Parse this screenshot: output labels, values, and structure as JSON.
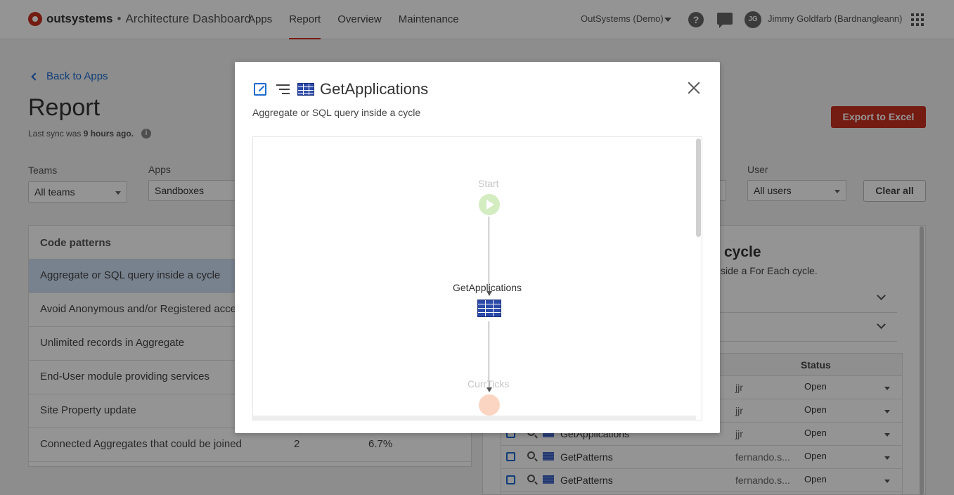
{
  "header": {
    "brand": "outsystems",
    "separator": "•",
    "product": "Architecture Dashboard",
    "nav": [
      "Apps",
      "Report",
      "Overview",
      "Maintenance"
    ],
    "active_nav": "Report",
    "tenant": "OutSystems (Demo)",
    "avatar_initials": "JG",
    "user_name": "Jimmy Goldfarb (Bardnangleann)"
  },
  "page": {
    "back_link": "Back to Apps",
    "title": "Report",
    "sync_prefix": "Last sync was ",
    "sync_value": "9 hours ago.",
    "export_button": "Export to Excel",
    "filters": {
      "teams_label": "Teams",
      "teams_value": "All teams",
      "apps_label": "Apps",
      "apps_value": "Sandboxes",
      "user_label": "User",
      "user_value": "All users",
      "clear_button": "Clear all"
    }
  },
  "patterns": {
    "header": "Code patterns",
    "rows": [
      {
        "name": "Aggregate or SQL query inside a cycle",
        "count": "",
        "pct": ""
      },
      {
        "name": "Avoid Anonymous and/or Registered access",
        "count": "",
        "pct": ""
      },
      {
        "name": "Unlimited records in Aggregate",
        "count": "",
        "pct": ""
      },
      {
        "name": "End-User module providing services",
        "count": "",
        "pct": ""
      },
      {
        "name": "Site Property update",
        "count": "",
        "pct": ""
      },
      {
        "name": "Connected Aggregates that could be joined",
        "count": "2",
        "pct": "6.7%"
      }
    ]
  },
  "detail": {
    "title_visible": "cycle",
    "subtitle_visible": "side a For Each cycle.",
    "table_header_status": "Status",
    "rows": [
      {
        "name": "",
        "user": "jjr",
        "status": "Open"
      },
      {
        "name": "",
        "user": "jjr",
        "status": "Open"
      },
      {
        "name": "GetApplications",
        "user": "jjr",
        "status": "Open"
      },
      {
        "name": "GetPatterns",
        "user": "fernando.s...",
        "status": "Open"
      },
      {
        "name": "GetPatterns",
        "user": "fernando.s...",
        "status": "Open"
      }
    ]
  },
  "modal": {
    "title": "GetApplications",
    "subtitle": "Aggregate or SQL query inside a cycle",
    "flow": {
      "start_label": "Start",
      "aggregate_label": "GetApplications",
      "next_label": "CurrTicks"
    }
  },
  "colors": {
    "brand_red": "#c8301f",
    "link_blue": "#1c6ad0",
    "aggregate_blue": "#2c4aa8",
    "selected_row": "#cfe0f6",
    "start_node": "#d3ecc0",
    "end_node": "#fbd5c2"
  },
  "icons": {
    "logo": "outsystems-logo-icon",
    "help": "help-icon",
    "chat": "chat-icon",
    "apps_grid": "apps-grid-icon",
    "open_external": "open-external-icon",
    "outline": "list-outline-icon",
    "aggregate": "aggregate-table-icon",
    "close": "close-icon",
    "zoom": "zoom-icon"
  }
}
